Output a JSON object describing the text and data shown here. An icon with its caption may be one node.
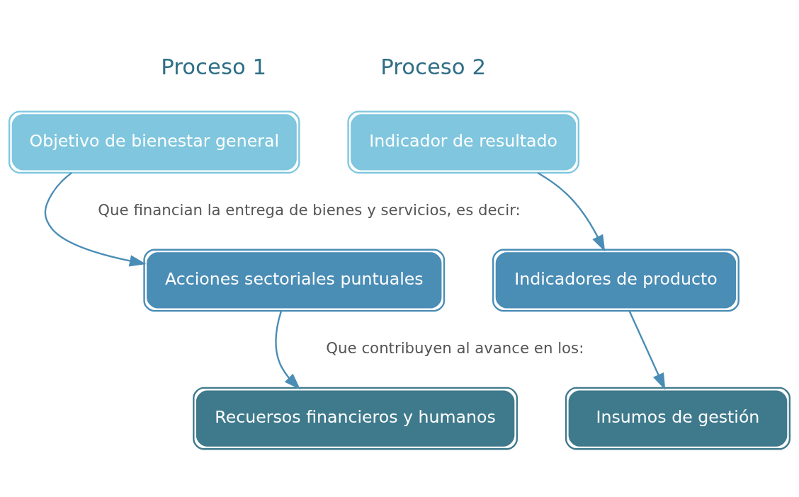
{
  "diagram": {
    "nodes": [
      {
        "text": [
          "Objetivo de bienestar general"
        ]
      },
      {
        "text": [
          "Indicador de resultado"
        ]
      },
      {
        "text": [
          "Acciones sectoriales puntuales"
        ]
      },
      {
        "text": [
          "Indicadores de producto"
        ]
      },
      {
        "text": [
          "Recuersos financieros y humanos"
        ]
      },
      {
        "text": [
          "Insumos de gestión"
        ]
      }
    ],
    "edges": [
      {
        "from": 0,
        "to": 2,
        "arrow": "to"
      },
      {
        "from": 1,
        "to": 3,
        "arrow": "to"
      },
      {
        "from": 2,
        "to": 4,
        "arrow": "to"
      },
      {
        "from": 3,
        "to": 5,
        "arrow": "to"
      }
    ],
    "labels": [
      "Proceso 1",
      "Proceso 2",
      "Que financian la entrega de bienes y servicios, es decir:",
      "Que contribuyen al avance en los:"
    ]
  }
}
